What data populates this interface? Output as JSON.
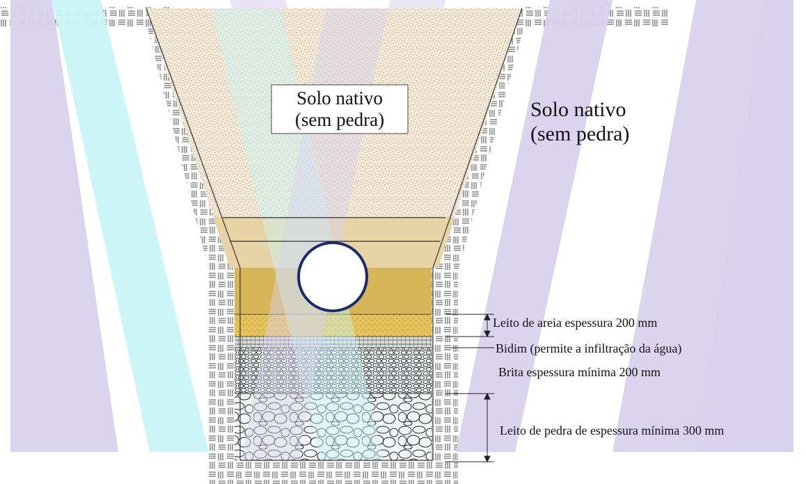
{
  "diagram": {
    "center_label": {
      "line1": "Solo nativo",
      "line2": "(sem pedra)"
    },
    "side_label": {
      "line1": "Solo nativo",
      "line2": "(sem pedra)"
    },
    "layers": [
      {
        "id": "sand",
        "label": "Leito de areia espessura 200 mm"
      },
      {
        "id": "bidim",
        "label": "Bidim (permite a infiltração da água)"
      },
      {
        "id": "gravel",
        "label": "Brita  espessura mínima 200 mm"
      },
      {
        "id": "stone",
        "label": "Leito de pedra de espessura mínima 300 mm"
      }
    ],
    "colors": {
      "lavender": "#d8d2ee",
      "cyan": "#c9f4f7",
      "sand": "#e9c65a",
      "pipe_outline": "#1a2a6c",
      "ink": "#222222"
    }
  }
}
